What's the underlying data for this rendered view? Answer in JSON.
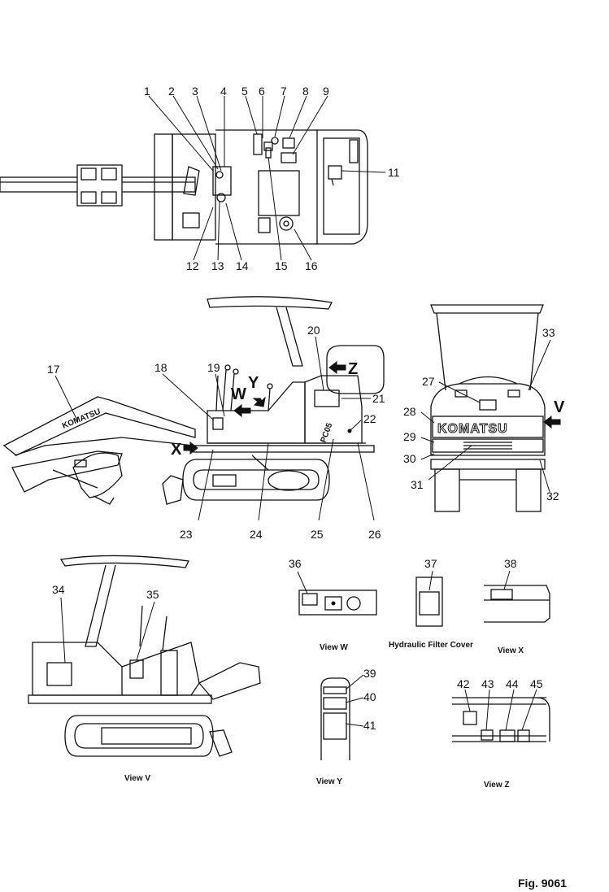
{
  "figure": {
    "number": "Fig. 9061",
    "callouts": [
      "1",
      "2",
      "3",
      "4",
      "5",
      "6",
      "7",
      "8",
      "9",
      "11",
      "12",
      "13",
      "14",
      "15",
      "16",
      "17",
      "18",
      "19",
      "20",
      "21",
      "22",
      "23",
      "24",
      "25",
      "26",
      "27",
      "28",
      "29",
      "30",
      "31",
      "32",
      "33",
      "34",
      "35",
      "36",
      "37",
      "38",
      "39",
      "40",
      "41",
      "42",
      "43",
      "44",
      "45"
    ],
    "view_markers": [
      "Z",
      "Y",
      "W",
      "X",
      "V"
    ],
    "captions": {
      "view_w": "View W",
      "hydraulic_filter_cover": "Hydraulic Filter Cover",
      "view_x": "View X",
      "view_v": "View V",
      "view_y": "View Y",
      "view_z": "View Z"
    },
    "brand": {
      "rear_logo": "KOMATSU",
      "arm_logo": "KOMATSU",
      "model_plate": "PC05"
    }
  }
}
